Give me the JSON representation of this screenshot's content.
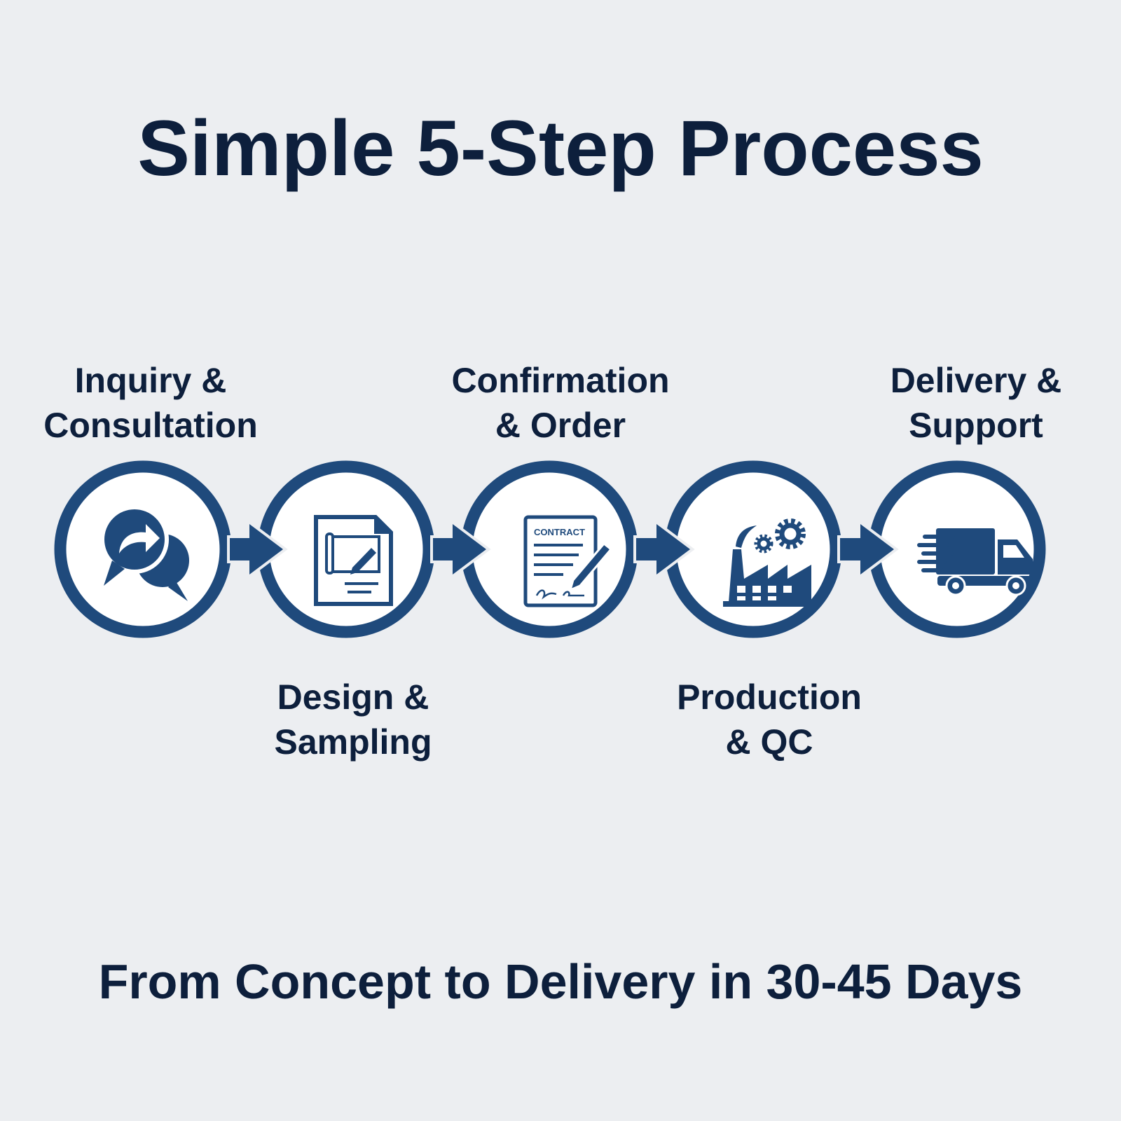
{
  "title": "Simple 5-Step Process",
  "steps": [
    {
      "line1": "Inquiry &",
      "line2": "Consultation",
      "icon": "chat-bubbles-icon"
    },
    {
      "line1": "Design &",
      "line2": "Sampling",
      "icon": "blueprint-document-icon"
    },
    {
      "line1": "Confirmation",
      "line2": "& Order",
      "icon": "contract-icon",
      "icon_text": "CONTRACT"
    },
    {
      "line1": "Production",
      "line2": "& QC",
      "icon": "factory-gears-icon"
    },
    {
      "line1": "Delivery &",
      "line2": "Support",
      "icon": "delivery-truck-icon"
    }
  ],
  "footer": "From Concept to Delivery in 30-45 Days",
  "colors": {
    "accent": "#1f4a7c",
    "text": "#0d1f3c",
    "background": "#eceef1"
  }
}
